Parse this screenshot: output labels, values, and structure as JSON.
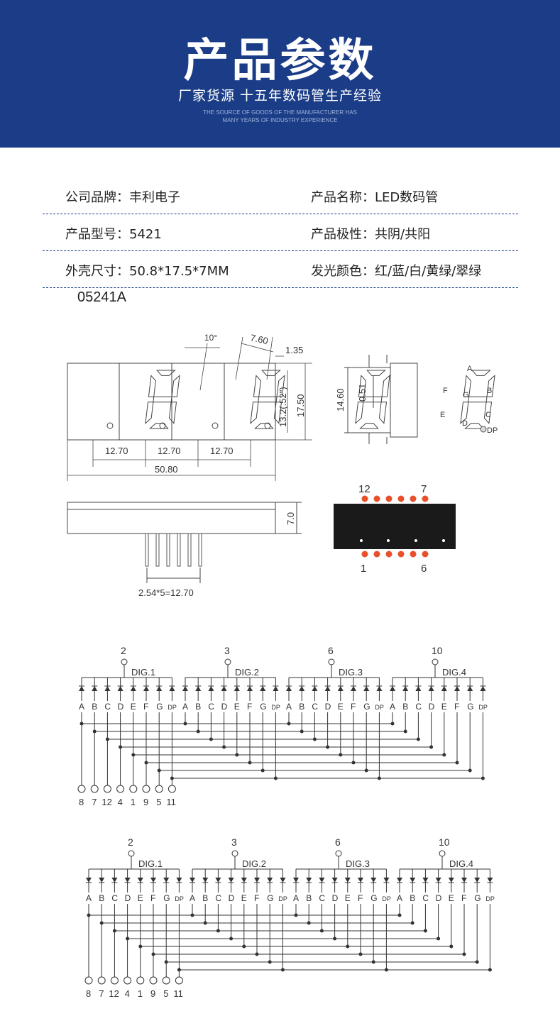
{
  "banner": {
    "title": "产品参数",
    "subtitle": "厂家货源 十五年数码管生产经验",
    "english_line1": "THE SOURCE OF GOODS OF THE MANUFACTURER HAS",
    "english_line2": "MANY YEARS OF INDUSTRY EXPERIENCE"
  },
  "specs": [
    {
      "left": "公司品牌：丰利电子",
      "right": "产品名称：LED数码管"
    },
    {
      "left": "产品型号：5421",
      "right": "产品极性：共阴/共阳"
    },
    {
      "left": "外壳尺寸：50.8*17.5*7MM",
      "right": "发光颜色：红/蓝/白/黄绿/翠绿"
    }
  ],
  "model": "05241A",
  "dimensions": {
    "angle": "10°",
    "pitch_top": "7.60",
    "offset": "1.35",
    "digit_height": "13.2(.52\")",
    "body_height": "17.50",
    "side_height": "14.60",
    "pin_offset": "0.51",
    "digit_pitch": "12.70",
    "total_width": "50.80",
    "depth": "7.0",
    "pin_pitch": "2.54*5=12.70"
  },
  "segment_labels": [
    "A",
    "B",
    "C",
    "D",
    "E",
    "F",
    "G",
    "DP"
  ],
  "pin_view": {
    "top_left": "12",
    "top_right": "7",
    "bottom_left": "1",
    "bottom_right": "6"
  },
  "schematic": {
    "digits": [
      {
        "name": "DIG.1",
        "pin": "2"
      },
      {
        "name": "DIG.2",
        "pin": "3"
      },
      {
        "name": "DIG.3",
        "pin": "6"
      },
      {
        "name": "DIG.4",
        "pin": "10"
      }
    ],
    "bottom_pins": [
      "8",
      "7",
      "12",
      "4",
      "1",
      "9",
      "5",
      "11"
    ]
  },
  "colors": {
    "banner": "#1b3d87",
    "accent_dots": "#e8502a",
    "display_bg": "#1a1a1a"
  }
}
